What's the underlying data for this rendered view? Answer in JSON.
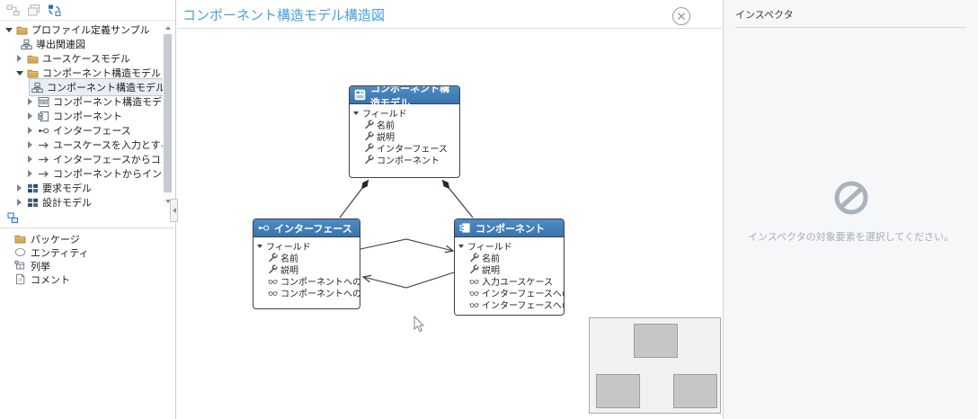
{
  "toolbar": {
    "icons": [
      {
        "name": "model-view",
        "enabled": false
      },
      {
        "name": "window-view",
        "enabled": false
      },
      {
        "name": "update-view",
        "enabled": true
      }
    ]
  },
  "sidebar": {
    "tree": [
      {
        "label": "プロファイル定義サンプル",
        "icon": "folder",
        "expander": "expanded",
        "level": 0,
        "selected": false
      },
      {
        "label": "導出関連図",
        "icon": "diagram",
        "expander": "none",
        "level": 1,
        "selected": false
      },
      {
        "label": "ユースケースモデル",
        "icon": "folder",
        "expander": "collapsed",
        "level": 1,
        "selected": false
      },
      {
        "label": "コンポーネント構造モデル",
        "icon": "folder",
        "expander": "expanded",
        "level": 1,
        "selected": false
      },
      {
        "label": "コンポーネント構造モデル構造図",
        "icon": "diagram",
        "expander": "none",
        "level": 2,
        "selected": true
      },
      {
        "label": "コンポーネント構造モデル",
        "icon": "er-model",
        "expander": "collapsed",
        "level": 2,
        "selected": false
      },
      {
        "label": "コンポーネント",
        "icon": "component",
        "expander": "collapsed",
        "level": 2,
        "selected": false
      },
      {
        "label": "インターフェース",
        "icon": "interface",
        "expander": "collapsed",
        "level": 2,
        "selected": false
      },
      {
        "label": "ユースケースを入力とするコンポーネ",
        "icon": "arrow",
        "expander": "collapsed",
        "level": 2,
        "selected": false
      },
      {
        "label": "インターフェースからコンポーネントへ",
        "icon": "arrow",
        "expander": "collapsed",
        "level": 2,
        "selected": false
      },
      {
        "label": "コンポーネントからインターフェースへ",
        "icon": "arrow",
        "expander": "collapsed",
        "level": 2,
        "selected": false
      },
      {
        "label": "要求モデル",
        "icon": "model-group",
        "expander": "collapsed",
        "level": 1,
        "selected": false
      },
      {
        "label": "設計モデル",
        "icon": "model-group",
        "expander": "collapsed",
        "level": 1,
        "selected": false
      }
    ],
    "palette": {
      "header_icon": "hierarchy",
      "items": [
        {
          "label": "パッケージ",
          "icon": "folder"
        },
        {
          "label": "エンティティ",
          "icon": "entity"
        },
        {
          "label": "列挙",
          "icon": "enum"
        },
        {
          "label": "コメント",
          "icon": "comment"
        }
      ]
    }
  },
  "editor": {
    "title": "コンポーネント構造モデル構造図",
    "nodes": [
      {
        "title": "コンポーネント構造モデル",
        "icon": "model-window",
        "group": "フィールド",
        "fields": [
          {
            "icon": "wrench",
            "label": "名前"
          },
          {
            "icon": "wrench",
            "label": "説明"
          },
          {
            "icon": "wrench",
            "label": "インターフェース"
          },
          {
            "icon": "wrench",
            "label": "コンポーネント"
          }
        ]
      },
      {
        "title": "インターフェース",
        "icon": "interface-w",
        "group": "フィールド",
        "fields": [
          {
            "icon": "wrench",
            "label": "名前"
          },
          {
            "icon": "wrench",
            "label": "説明"
          },
          {
            "icon": "reference",
            "label": "コンポーネントへの参照"
          },
          {
            "icon": "reference",
            "label": "コンポーネントへの参照"
          }
        ]
      },
      {
        "title": "コンポーネント",
        "icon": "component-w",
        "group": "フィールド",
        "fields": [
          {
            "icon": "wrench",
            "label": "名前"
          },
          {
            "icon": "wrench",
            "label": "説明"
          },
          {
            "icon": "reference",
            "label": "入力ユースケース"
          },
          {
            "icon": "reference",
            "label": "インターフェースへの参照"
          },
          {
            "icon": "reference",
            "label": "インターフェースへの参照"
          }
        ]
      }
    ]
  },
  "inspector": {
    "title": "インスペクタ",
    "empty_message": "インスペクタの対象要素を選択してください。"
  },
  "colors": {
    "accent_title": "#45a2dc",
    "node_header": "#3f7db8",
    "selection_bg": "#e9eef5",
    "empty_icon": "#a9b3be",
    "connector": "#3a3f46"
  }
}
